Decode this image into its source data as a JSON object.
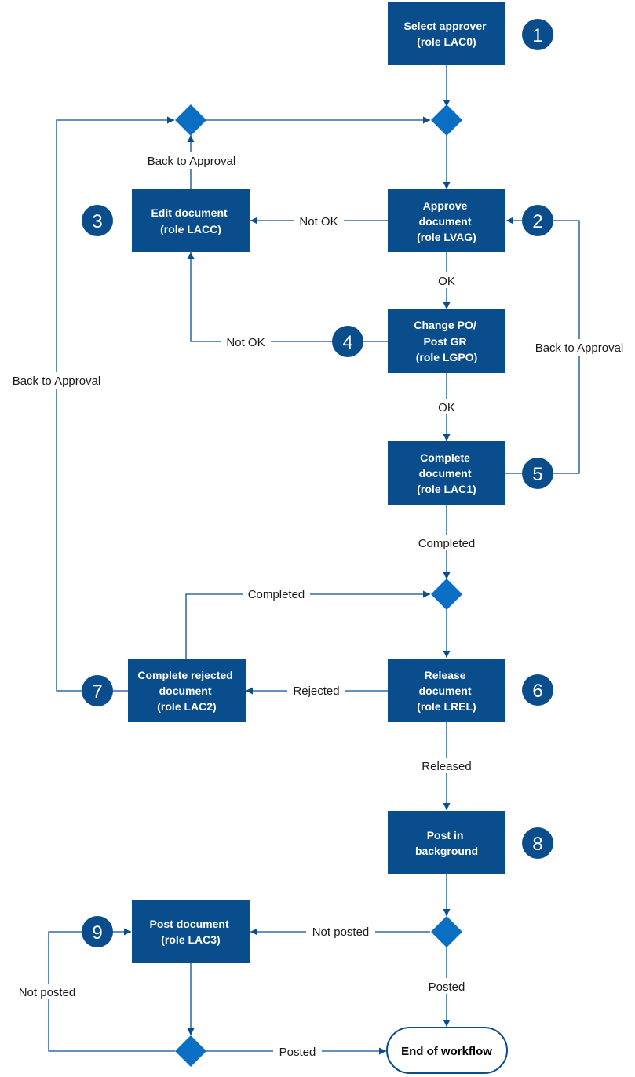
{
  "steps": {
    "select_approver": [
      "Select approver",
      "(role LAC0)"
    ],
    "approve": [
      "Approve",
      "document",
      "(role LVAG)"
    ],
    "edit": [
      "Edit document",
      "(role LACC)"
    ],
    "change_po": [
      "Change PO/",
      "Post GR",
      "(role LGPO)"
    ],
    "complete": [
      "Complete",
      "document",
      "(role LAC1)"
    ],
    "release": [
      "Release",
      "document",
      "(role LREL)"
    ],
    "complete_rejected": [
      "Complete rejected",
      "document",
      "(role LAC2)"
    ],
    "post_background": [
      "Post in",
      "background"
    ],
    "post_document": [
      "Post document",
      "(role LAC3)"
    ]
  },
  "badges": [
    "1",
    "2",
    "3",
    "4",
    "5",
    "6",
    "7",
    "8",
    "9"
  ],
  "end": "End of workflow",
  "labels": {
    "back_to_approval_top": "Back to Approval",
    "back_to_approval_left": "Back to Approval",
    "back_to_approval_right": "Back to Approval",
    "not_ok_edit": "Not OK",
    "not_ok_change": "Not OK",
    "ok_approve": "OK",
    "ok_change": "OK",
    "completed_down": "Completed",
    "completed_rejected": "Completed",
    "rejected": "Rejected",
    "released": "Released",
    "not_posted_bg": "Not posted",
    "posted_bg": "Posted",
    "not_posted_loop": "Not posted",
    "posted_final": "Posted"
  },
  "colors": {
    "box": "#0a4d8c",
    "decision": "#0a6fc2",
    "edge": "#0a4d8c"
  }
}
